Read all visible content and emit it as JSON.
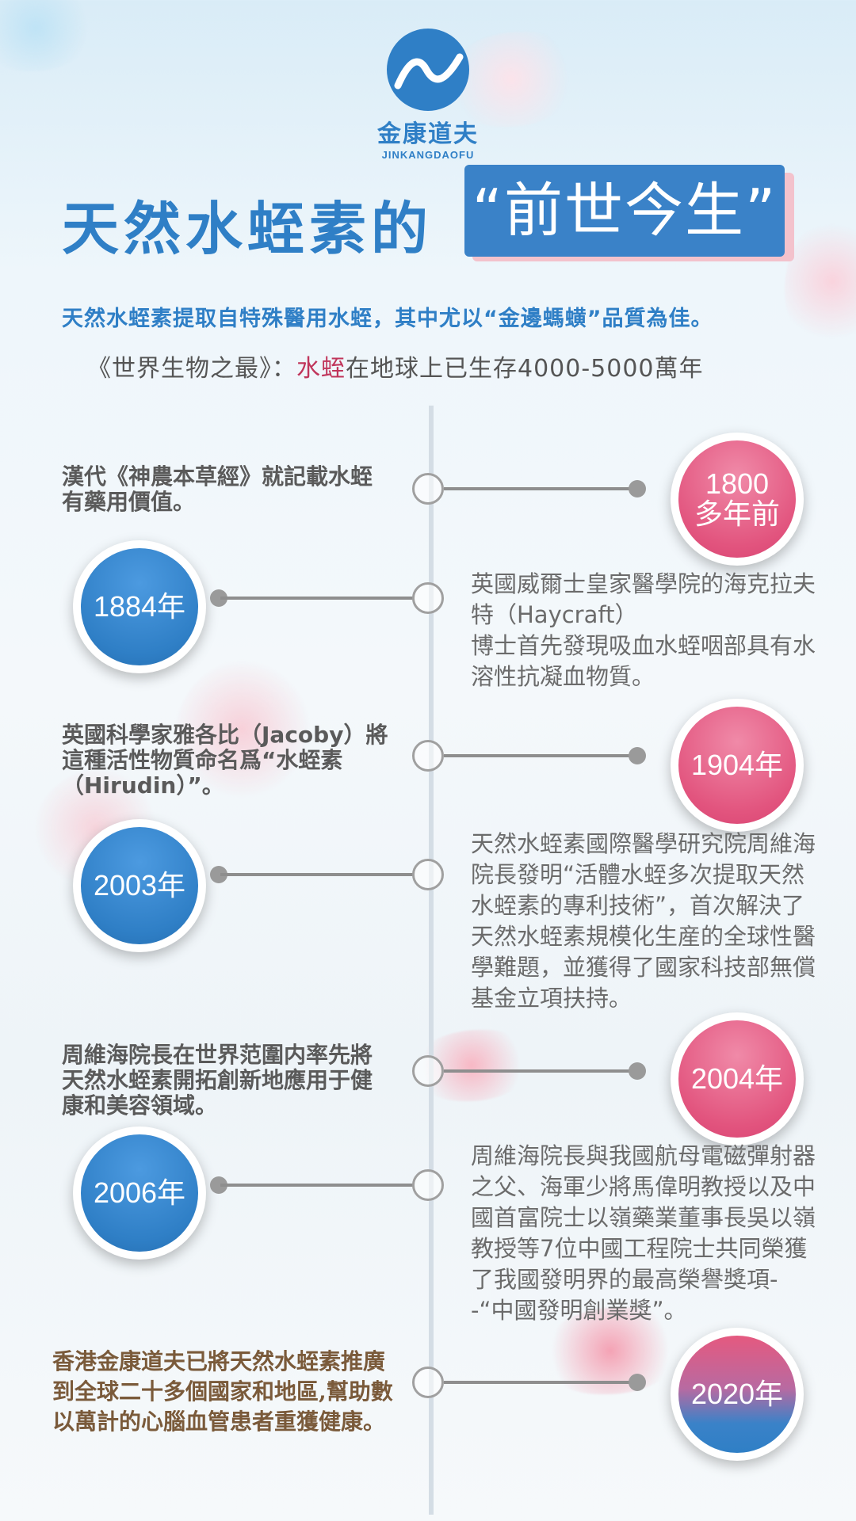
{
  "logo": {
    "cn": "金康道夫",
    "en": "JINKANGDAOFU"
  },
  "title": {
    "main": "天然水蛭素的",
    "highlight": "“前世今生”"
  },
  "intro": "天然水蛭素提取自特殊醫用水蛭，其中尤以“金邊螞蟥”品質為佳。",
  "fact": {
    "prefix": "《世界生物之最》：",
    "highlight": "水蛭",
    "suffix": "在地球上已生存4000-5000萬年"
  },
  "timeline": [
    {
      "year": "1800\n多年前",
      "side": "right",
      "text": "漢代《神農本草經》就記載水蛭有藥用價值。"
    },
    {
      "year": "1884年",
      "side": "left",
      "text": "英國威爾士皇家醫學院的海克拉夫特（Haycraft）\n博士首先發現吸血水蛭咽部具有水溶性抗凝血物質。"
    },
    {
      "year": "1904年",
      "side": "right",
      "text": "英國科學家雅各比（Jacoby）將這種活性物質命名爲“水蛭素（Hirudin）”。"
    },
    {
      "year": "2003年",
      "side": "left",
      "text": "天然水蛭素國際醫學研究院周維海院長發明“活體水蛭多次提取天然水蛭素的專利技術”，首次解決了天然水蛭素規模化生産的全球性醫學難題，並獲得了國家科技部無償基金立項扶持。"
    },
    {
      "year": "2004年",
      "side": "right",
      "text": "周維海院長在世界范圍内率先將天然水蛭素開拓創新地應用于健康和美容領域。"
    },
    {
      "year": "2006年",
      "side": "left",
      "text": "周維海院長與我國航母電磁彈射器之父、海軍少將馬偉明教授以及中國首富院士以嶺藥業董事長吳以嶺教授等7位中國工程院士共同榮獲了我國發明界的最高榮譽獎項--“中國發明創業獎”。"
    },
    {
      "year": "2020年",
      "side": "right",
      "text": "香港金康道夫已將天然水蛭素推廣到全球二十多個國家和地區,幫助數以萬計的心腦血管患者重獲健康。"
    }
  ],
  "colors": {
    "brand_blue": "#2f7fc6",
    "pink": "#e2547e",
    "highlight_red": "#c0355b"
  }
}
